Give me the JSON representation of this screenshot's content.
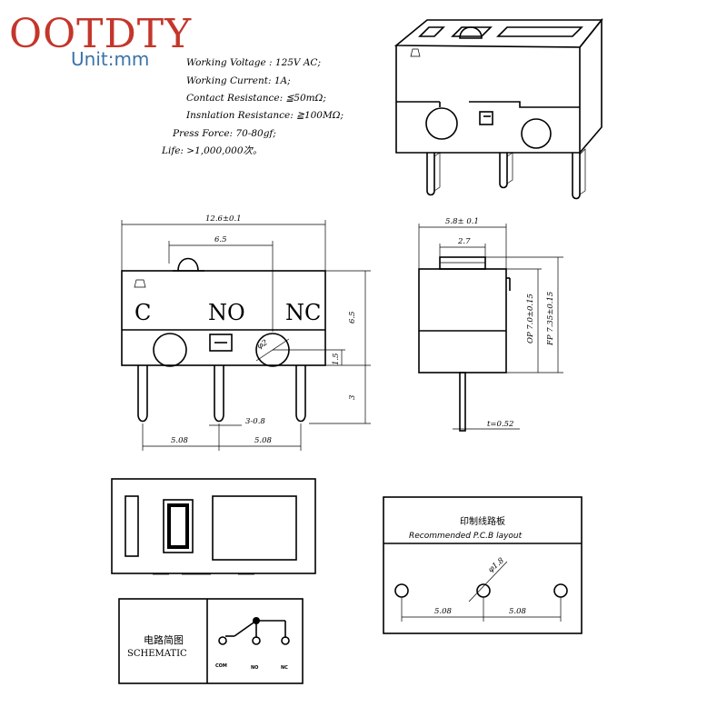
{
  "header": {
    "brand": "OOTDTY",
    "unit": "Unit:mm"
  },
  "specs": [
    "Working Voltage : 125V AC;",
    "Working Current:  1A;",
    "Contact Resistance: ≦50mΩ;",
    "Insnlation Resistance: ≧100MΩ;",
    "Press Force: 70-80gf;",
    "Life: >1,000,000次。"
  ],
  "front_view": {
    "pins": [
      "C",
      "NO",
      "NC"
    ],
    "dims": {
      "width": "12.6±0.1",
      "button_offset": "6.5",
      "height": "6.5",
      "hole_offset": "1.5",
      "pin_length": "3",
      "hole": "φ2",
      "pin_thickness": "3-0.8",
      "pitch_left": "5.08",
      "pitch_right": "5.08"
    }
  },
  "side_view": {
    "dims": {
      "width": "5.8± 0.1",
      "button": "2.7",
      "op": "OP 7.0±0.15",
      "fp": "FP 7.35±0.15",
      "t": "t=0.52"
    }
  },
  "pcb": {
    "title_cn": "印制线路板",
    "title_en": "Recommended P.C.B layout",
    "hole": "φ1.8",
    "pitch_left": "5.08",
    "pitch_right": "5.08"
  },
  "schematic": {
    "title_cn": "电路简图",
    "title_en": "SCHEMATIC",
    "labels": [
      "COM",
      "NO",
      "NC"
    ]
  }
}
